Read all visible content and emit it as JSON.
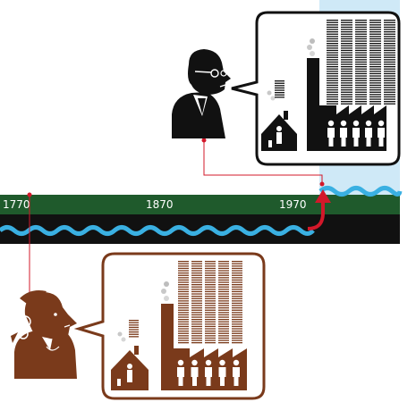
{
  "timeline": {
    "labels": [
      "1770",
      "1870",
      "1970"
    ]
  },
  "colors": {
    "band_green": "#1f5a2c",
    "band_black": "#111111",
    "river": "#3ab0e2",
    "highlight": "#cfe9f7",
    "connector": "#d3182a",
    "modern_ink": "#111111",
    "historic_ink": "#7a3a1b"
  },
  "icons": {
    "modern_person": "economist-with-glasses-icon",
    "historic_person": "powdered-wig-economist-icon",
    "factory": "factory-icon",
    "house": "house-icon",
    "worker": "worker-icon",
    "money": "stacked-money-icon"
  }
}
